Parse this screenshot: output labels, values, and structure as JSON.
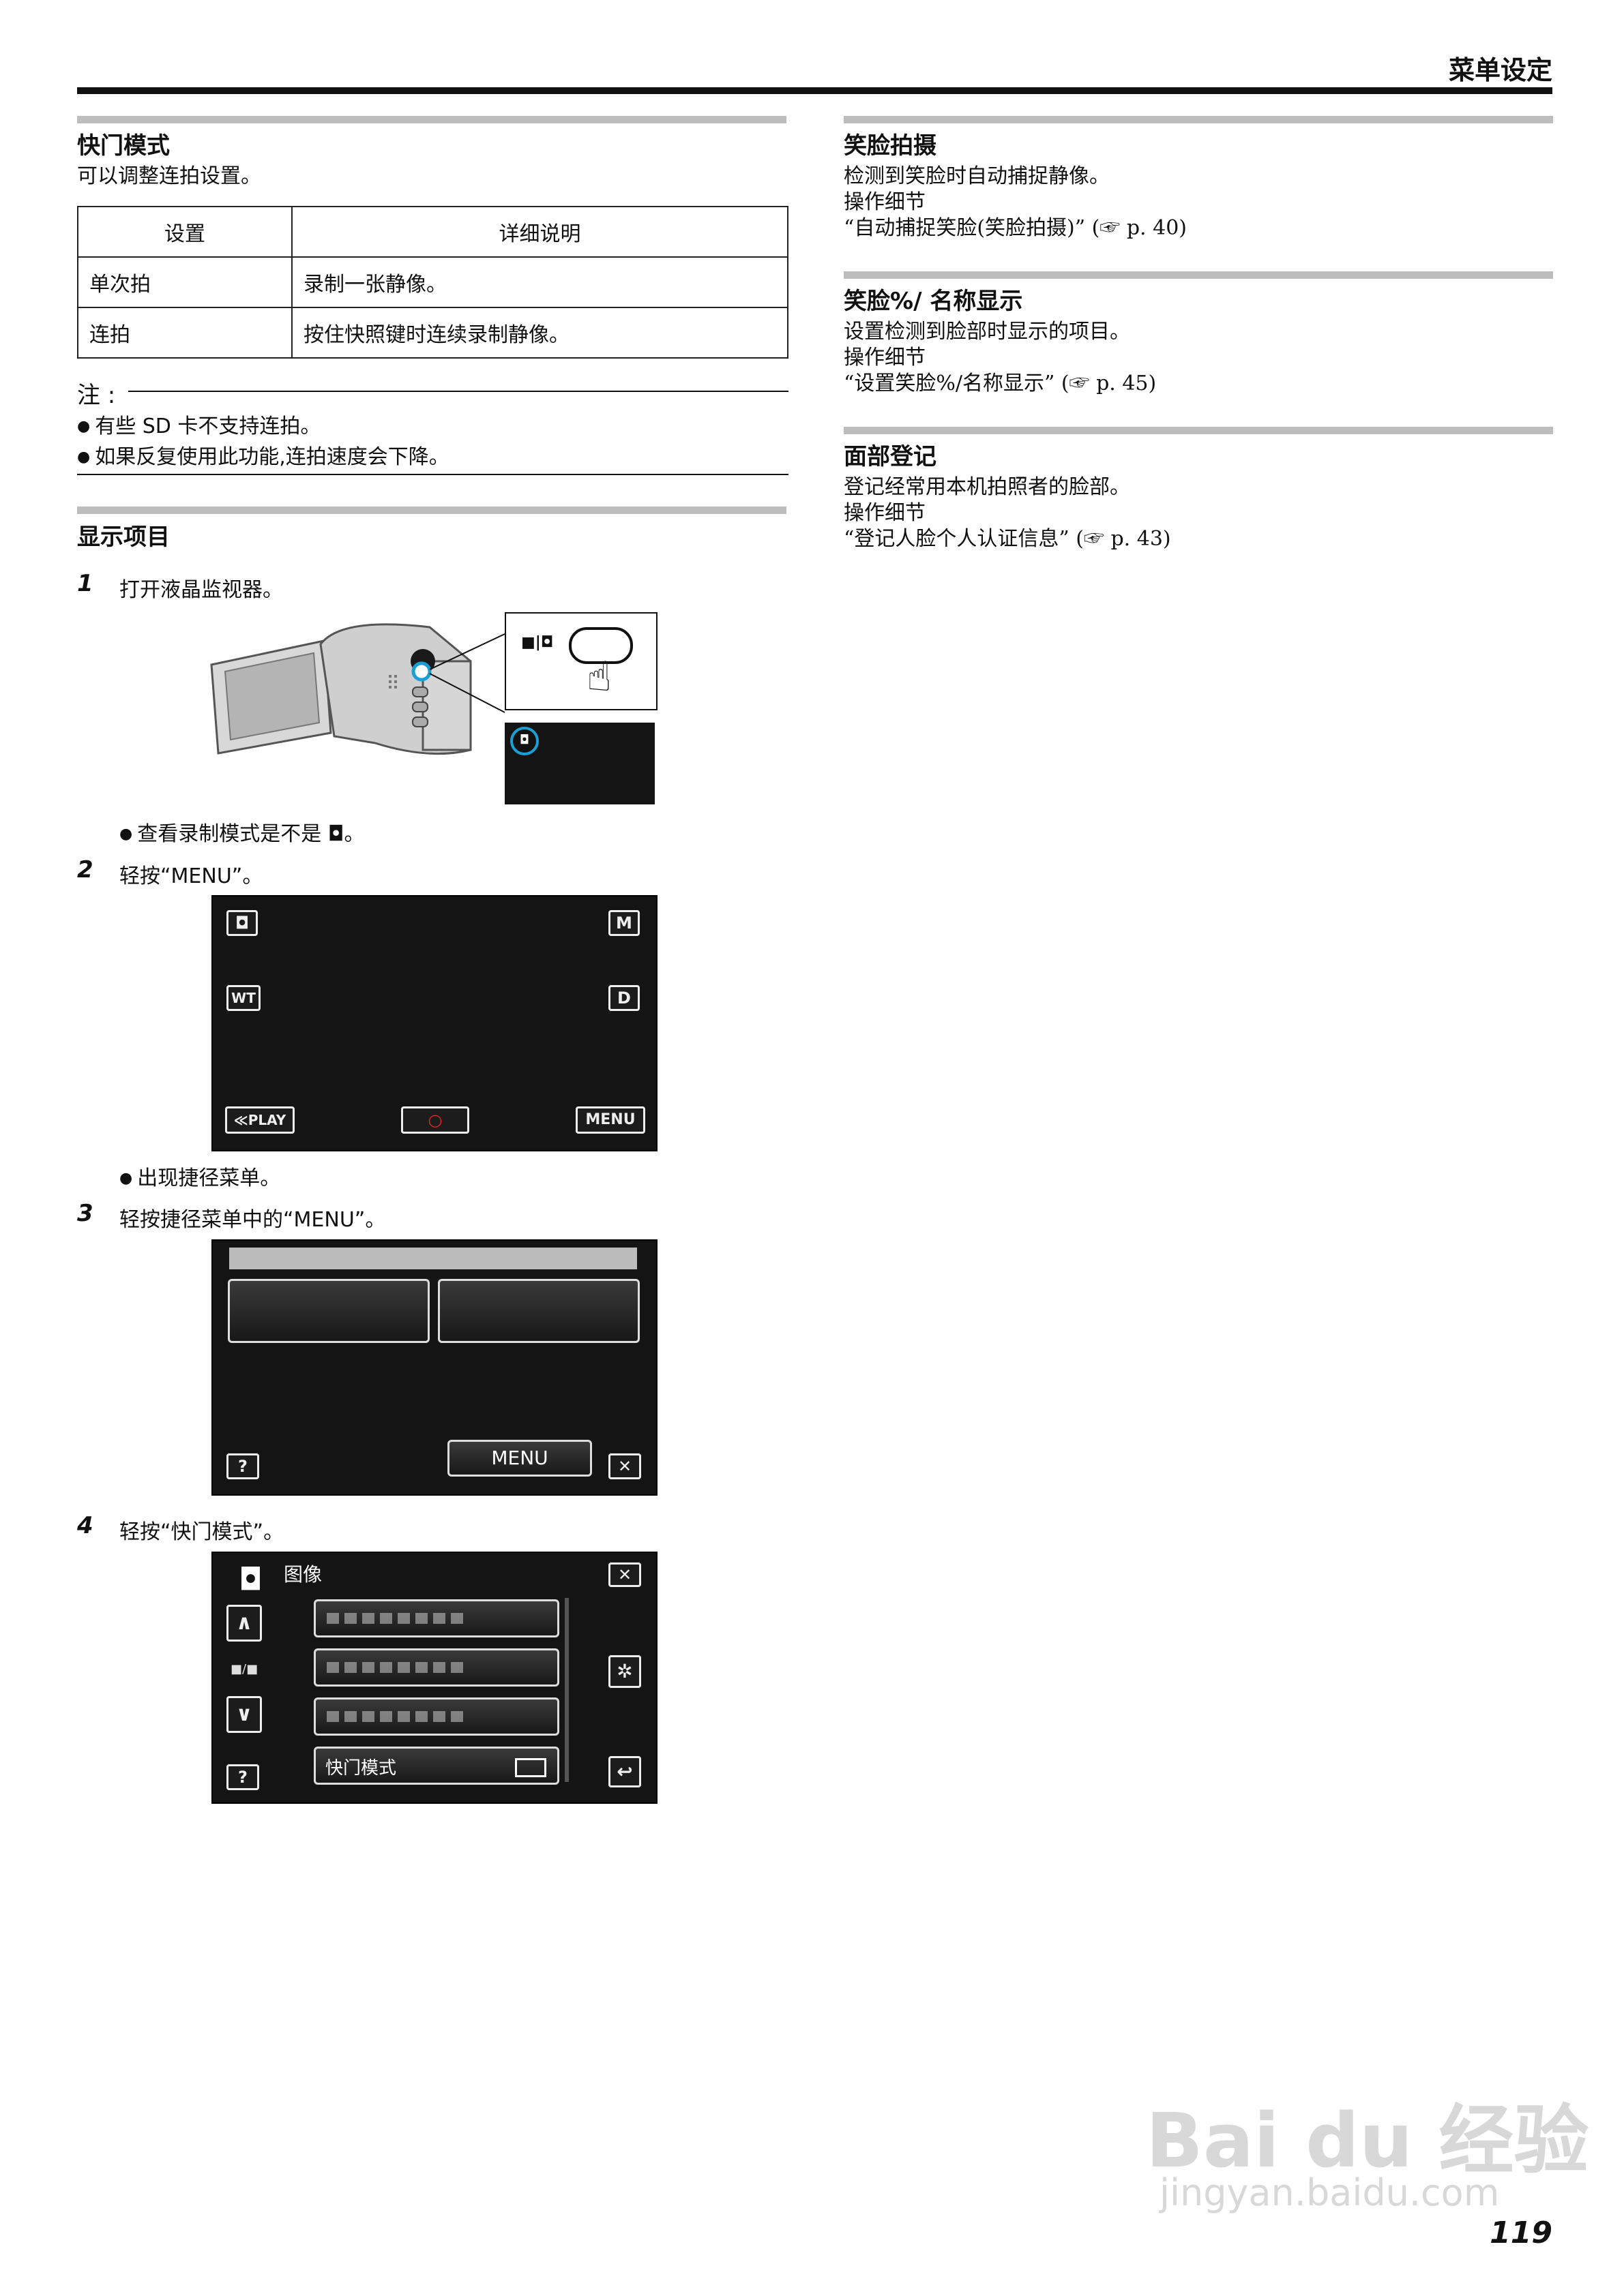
{
  "header": {
    "title": "菜单设定"
  },
  "shutter": {
    "title": "快门模式",
    "desc": "可以调整连拍设置。",
    "table": {
      "headers": [
        "设置",
        "详细说明"
      ],
      "rows": [
        [
          "单次拍",
          "录制一张静像。"
        ],
        [
          "连拍",
          "按住快照键时连续录制静像。"
        ]
      ]
    },
    "note_label": "注 :",
    "notes": [
      "有些 SD 卡不支持连拍。",
      "如果反复使用此功能,连拍速度会下降。"
    ]
  },
  "display": {
    "title": "显示项目",
    "steps": [
      {
        "num": "1",
        "text": "打开液晶监视器。",
        "sub": "查看录制模式是不是 ◘。"
      },
      {
        "num": "2",
        "text": "轻按“MENU”。",
        "sub": "出现捷径菜单。"
      },
      {
        "num": "3",
        "text": "轻按捷径菜单中的“MENU”。"
      },
      {
        "num": "4",
        "text": "轻按“快门模式”。"
      }
    ],
    "screen2": {
      "m": "M",
      "wt": "WT",
      "d": "D",
      "play": "≪PLAY",
      "menu": "MENU"
    },
    "screen3": {
      "menu": "MENU",
      "help": "?",
      "close": "✕"
    },
    "screen4": {
      "title": "图像",
      "item": "快门模式",
      "help": "?",
      "page": "■/■"
    }
  },
  "smile_shot": {
    "title": "笑脸拍摄",
    "lines": [
      "检测到笑脸时自动捕捉静像。",
      "操作细节",
      "“自动捕捉笑脸(笑脸拍摄)” (☞ p. 40)"
    ]
  },
  "smile_name": {
    "title": "笑脸%/ 名称显示",
    "lines": [
      "设置检测到脸部时显示的项目。",
      "操作细节",
      "“设置笑脸%/名称显示” (☞ p. 45)"
    ]
  },
  "face_reg": {
    "title": "面部登记",
    "lines": [
      "登记经常用本机拍照者的脸部。",
      "操作细节",
      "“登记人脸个人认证信息” (☞ p. 43)"
    ]
  },
  "page_number": "119",
  "watermark": {
    "main": "Bai du 经验",
    "url": "jingyan.baidu.com"
  }
}
